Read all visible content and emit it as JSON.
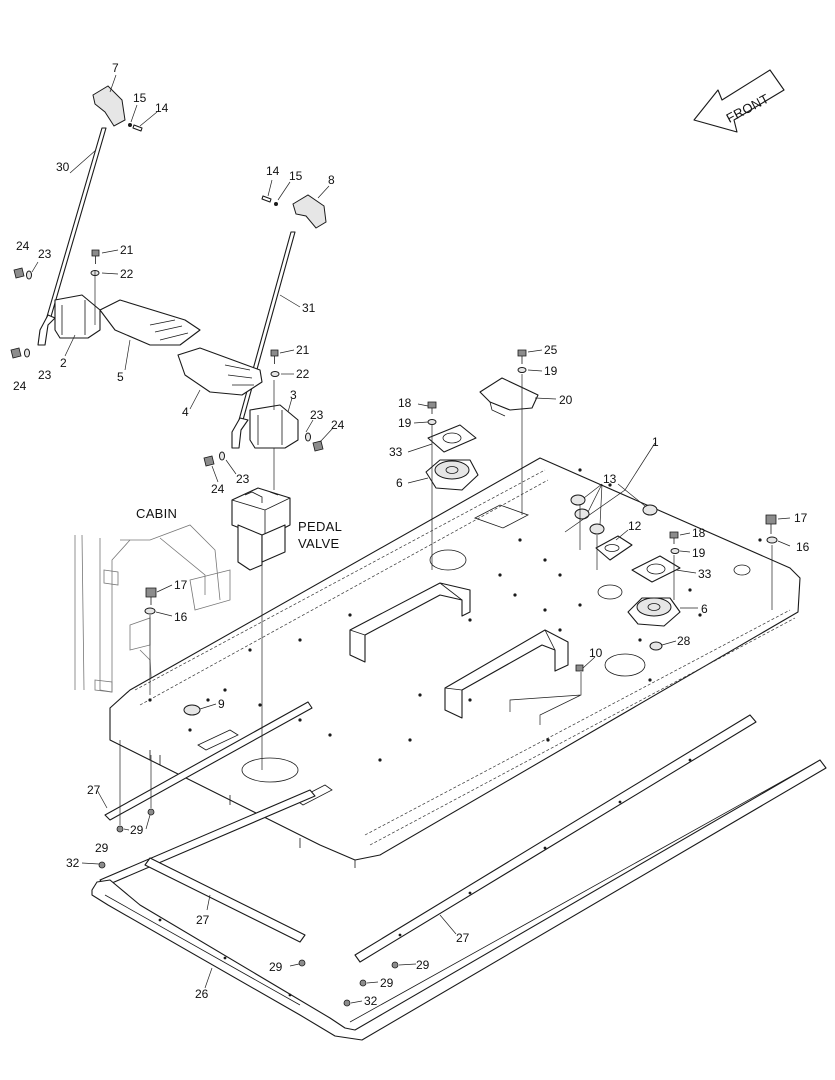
{
  "orientation_label": "FRONT",
  "captions": {
    "cabin": "CABIN",
    "pedal_valve_line1": "PEDAL",
    "pedal_valve_line2": "VALVE"
  },
  "callouts": [
    {
      "id": "c7",
      "text": "7"
    },
    {
      "id": "c15a",
      "text": "15"
    },
    {
      "id": "c14a",
      "text": "14"
    },
    {
      "id": "c30",
      "text": "30"
    },
    {
      "id": "c14b",
      "text": "14"
    },
    {
      "id": "c15b",
      "text": "15"
    },
    {
      "id": "c8",
      "text": "8"
    },
    {
      "id": "c24a",
      "text": "24"
    },
    {
      "id": "c23a",
      "text": "23"
    },
    {
      "id": "c21a",
      "text": "21"
    },
    {
      "id": "c22a",
      "text": "22"
    },
    {
      "id": "c31",
      "text": "31"
    },
    {
      "id": "c2",
      "text": "2"
    },
    {
      "id": "c5",
      "text": "5"
    },
    {
      "id": "c24b",
      "text": "24"
    },
    {
      "id": "c23b",
      "text": "23"
    },
    {
      "id": "c21b",
      "text": "21"
    },
    {
      "id": "c22b",
      "text": "22"
    },
    {
      "id": "c25",
      "text": "25"
    },
    {
      "id": "c19a",
      "text": "19"
    },
    {
      "id": "c4",
      "text": "4"
    },
    {
      "id": "c3",
      "text": "3"
    },
    {
      "id": "c18a",
      "text": "18"
    },
    {
      "id": "c20",
      "text": "20"
    },
    {
      "id": "c19b",
      "text": "19"
    },
    {
      "id": "c23c",
      "text": "23"
    },
    {
      "id": "c24c",
      "text": "24"
    },
    {
      "id": "c1",
      "text": "1"
    },
    {
      "id": "c33a",
      "text": "33"
    },
    {
      "id": "c23d",
      "text": "23"
    },
    {
      "id": "c24d",
      "text": "24"
    },
    {
      "id": "c6a",
      "text": "6"
    },
    {
      "id": "c13",
      "text": "13"
    },
    {
      "id": "c17a",
      "text": "17"
    },
    {
      "id": "c12",
      "text": "12"
    },
    {
      "id": "c18b",
      "text": "18"
    },
    {
      "id": "c16a",
      "text": "16"
    },
    {
      "id": "c19c",
      "text": "19"
    },
    {
      "id": "c33b",
      "text": "33"
    },
    {
      "id": "c17b",
      "text": "17"
    },
    {
      "id": "c16b",
      "text": "16"
    },
    {
      "id": "c6b",
      "text": "6"
    },
    {
      "id": "c28",
      "text": "28"
    },
    {
      "id": "c10",
      "text": "10"
    },
    {
      "id": "c9",
      "text": "9"
    },
    {
      "id": "c27a",
      "text": "27"
    },
    {
      "id": "c29a",
      "text": "29"
    },
    {
      "id": "c29b",
      "text": "29"
    },
    {
      "id": "c32a",
      "text": "32"
    },
    {
      "id": "c27b",
      "text": "27"
    },
    {
      "id": "c27c",
      "text": "27"
    },
    {
      "id": "c29c",
      "text": "29"
    },
    {
      "id": "c29d",
      "text": "29"
    },
    {
      "id": "c26",
      "text": "26"
    },
    {
      "id": "c29e",
      "text": "29"
    },
    {
      "id": "c32b",
      "text": "32"
    }
  ]
}
